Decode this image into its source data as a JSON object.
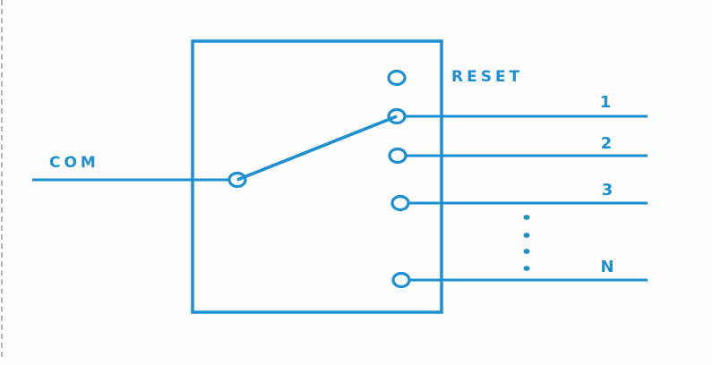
{
  "diagram": {
    "labels": {
      "com": "COM",
      "reset": "RESET",
      "outputs": [
        "1",
        "2",
        "3",
        "N"
      ]
    },
    "colors": {
      "accent": "#1B90D5",
      "background": "#FDFDFD",
      "dashed_border": "#B3B3B3"
    }
  }
}
